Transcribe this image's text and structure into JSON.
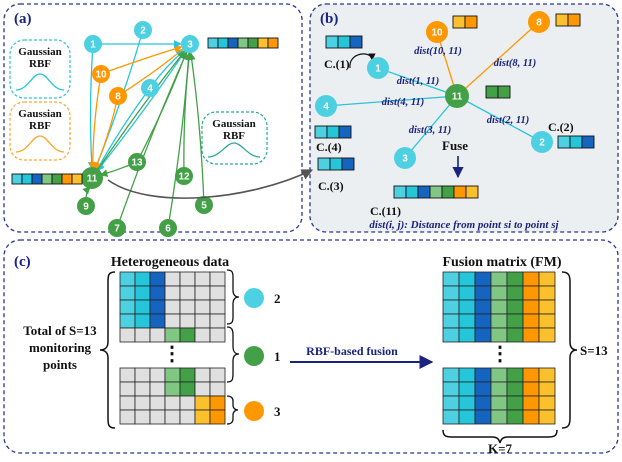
{
  "panels": {
    "a": {
      "label": "(a)"
    },
    "b": {
      "label": "(b)"
    },
    "c": {
      "label": "(c)"
    }
  },
  "rbf_boxes": [
    {
      "line1": "Gaussian",
      "line2": "RBF",
      "color": "#26c6da"
    },
    {
      "line1": "Gaussian",
      "line2": "RBF",
      "color": "#ffa726"
    },
    {
      "line1": "Gaussian",
      "line2": "RBF",
      "color": "#26a69a"
    }
  ],
  "panel_a_nodes": [
    "1",
    "2",
    "3",
    "4",
    "5",
    "6",
    "7",
    "8",
    "9",
    "10",
    "11",
    "12",
    "13"
  ],
  "panel_b": {
    "nodes": [
      "1",
      "2",
      "3",
      "4",
      "8",
      "10",
      "11"
    ],
    "cluster_labels": [
      "C.(1)",
      "C.(2)",
      "C.(3)",
      "C.(4)",
      "C.(11)"
    ],
    "dist_labels": [
      "dist(10, 11)",
      "dist(8, 11)",
      "dist(1, 11)",
      "dist(4, 11)",
      "dist(3, 11)",
      "dist(2, 11)"
    ],
    "fuse": "Fuse",
    "caption": "dist(i, j): Distance from point si to point sj"
  },
  "panel_c": {
    "heterogeneous_title": "Heterogeneous data",
    "fusion_title": "Fusion matrix (FM)",
    "total_line1": "Total of S=13",
    "total_line2": "monitoring",
    "total_line3": "points",
    "counts": [
      "2",
      "1",
      "3"
    ],
    "arrow_label": "RBF-based fusion",
    "s_label": "S=13",
    "k_label": "K=7",
    "ellipsis": "⋮"
  },
  "colors": {
    "cyan": "#4dd0e1",
    "teal": "#26c6da",
    "blue": "#1565c0",
    "green": "#43a047",
    "lightgreen": "#81c784",
    "orange": "#ff9800",
    "yellow": "#fbc02d",
    "navy": "#1a237e"
  }
}
